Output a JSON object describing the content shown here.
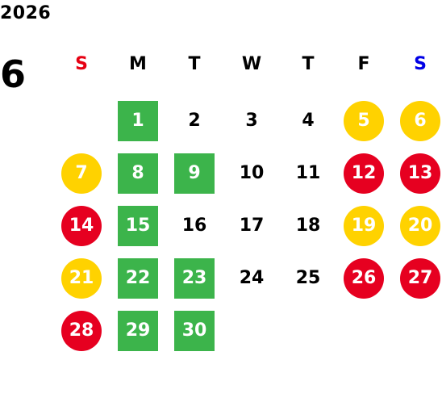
{
  "calendar": {
    "year": "2026",
    "month": "6",
    "weekdays": [
      {
        "label": "S",
        "color": "#e60012"
      },
      {
        "label": "M",
        "color": "#000000"
      },
      {
        "label": "T",
        "color": "#000000"
      },
      {
        "label": "W",
        "color": "#000000"
      },
      {
        "label": "T",
        "color": "#000000"
      },
      {
        "label": "F",
        "color": "#000000"
      },
      {
        "label": "S",
        "color": "#0000e6"
      }
    ],
    "legend_colors": {
      "green_square": "#3cb44b",
      "yellow_circle": "#ffd200",
      "red_circle": "#e60020"
    },
    "days": [
      {
        "day": "1",
        "col": 1,
        "row": 0,
        "mark": "green_square"
      },
      {
        "day": "2",
        "col": 2,
        "row": 0,
        "mark": "none"
      },
      {
        "day": "3",
        "col": 3,
        "row": 0,
        "mark": "none"
      },
      {
        "day": "4",
        "col": 4,
        "row": 0,
        "mark": "none"
      },
      {
        "day": "5",
        "col": 5,
        "row": 0,
        "mark": "yellow_circle"
      },
      {
        "day": "6",
        "col": 6,
        "row": 0,
        "mark": "yellow_circle"
      },
      {
        "day": "7",
        "col": 0,
        "row": 1,
        "mark": "yellow_circle"
      },
      {
        "day": "8",
        "col": 1,
        "row": 1,
        "mark": "green_square"
      },
      {
        "day": "9",
        "col": 2,
        "row": 1,
        "mark": "green_square"
      },
      {
        "day": "10",
        "col": 3,
        "row": 1,
        "mark": "none"
      },
      {
        "day": "11",
        "col": 4,
        "row": 1,
        "mark": "none"
      },
      {
        "day": "12",
        "col": 5,
        "row": 1,
        "mark": "red_circle"
      },
      {
        "day": "13",
        "col": 6,
        "row": 1,
        "mark": "red_circle"
      },
      {
        "day": "14",
        "col": 0,
        "row": 2,
        "mark": "red_circle"
      },
      {
        "day": "15",
        "col": 1,
        "row": 2,
        "mark": "green_square"
      },
      {
        "day": "16",
        "col": 2,
        "row": 2,
        "mark": "none"
      },
      {
        "day": "17",
        "col": 3,
        "row": 2,
        "mark": "none"
      },
      {
        "day": "18",
        "col": 4,
        "row": 2,
        "mark": "none"
      },
      {
        "day": "19",
        "col": 5,
        "row": 2,
        "mark": "yellow_circle"
      },
      {
        "day": "20",
        "col": 6,
        "row": 2,
        "mark": "yellow_circle"
      },
      {
        "day": "21",
        "col": 0,
        "row": 3,
        "mark": "yellow_circle"
      },
      {
        "day": "22",
        "col": 1,
        "row": 3,
        "mark": "green_square"
      },
      {
        "day": "23",
        "col": 2,
        "row": 3,
        "mark": "green_square"
      },
      {
        "day": "24",
        "col": 3,
        "row": 3,
        "mark": "none"
      },
      {
        "day": "25",
        "col": 4,
        "row": 3,
        "mark": "none"
      },
      {
        "day": "26",
        "col": 5,
        "row": 3,
        "mark": "red_circle"
      },
      {
        "day": "27",
        "col": 6,
        "row": 3,
        "mark": "red_circle"
      },
      {
        "day": "28",
        "col": 0,
        "row": 4,
        "mark": "red_circle"
      },
      {
        "day": "29",
        "col": 1,
        "row": 4,
        "mark": "green_square"
      },
      {
        "day": "30",
        "col": 2,
        "row": 4,
        "mark": "green_square"
      }
    ]
  }
}
